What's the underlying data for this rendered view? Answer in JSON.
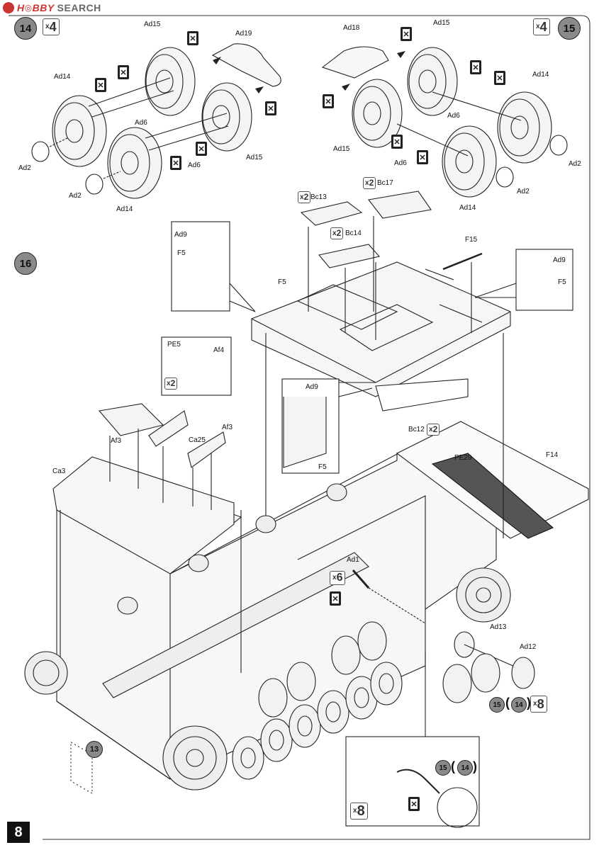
{
  "watermark": {
    "brand_left": "H",
    "brand_mid": "BBY",
    "brand_right": "SEARCH"
  },
  "page_number": "8",
  "steps": {
    "s14": "14",
    "s15": "15",
    "s16": "16"
  },
  "quantities": {
    "q14": "4",
    "q15": "4",
    "x2_bc13": "2",
    "x2_bc17": "2",
    "x2_bc14": "2",
    "x2_bc12": "2",
    "x2_af": "2",
    "x6_ad1": "6",
    "x8_wheels": "8",
    "x8_detail": "8",
    "x_symbol": "x"
  },
  "refs": {
    "r15a": "15",
    "r14a": "14",
    "r13": "13",
    "r15b": "15",
    "r14b": "14",
    "open_paren": "(",
    "close_paren": ")"
  },
  "parts": {
    "ad15_a": "Ad15",
    "ad19": "Ad19",
    "ad14_a": "Ad14",
    "ad6_a": "Ad6",
    "ad15_b": "Ad15",
    "ad2_a": "Ad2",
    "ad6_b": "Ad6",
    "ad2_b": "Ad2",
    "ad14_b": "Ad14",
    "ad18": "Ad18",
    "ad15_c": "Ad15",
    "ad14_c": "Ad14",
    "ad6_c": "Ad6",
    "ad15_d": "Ad15",
    "ad6_d": "Ad6",
    "ad2_c": "Ad2",
    "ad2_d": "Ad2",
    "ad14_d": "Ad14",
    "bc13": "Bc13",
    "bc17": "Bc17",
    "bc14": "Bc14",
    "bc12": "Bc12",
    "ad9_a": "Ad9",
    "f5_a": "F5",
    "f5_b": "F5",
    "f15": "F15",
    "ad9_b": "Ad9",
    "f5_c": "F5",
    "pe5": "PE5",
    "af4": "Af4",
    "af3_a": "Af3",
    "af3_b": "Af3",
    "ca25": "Ca25",
    "ad9_c": "Ad9",
    "f5_d": "F5",
    "ca3": "Ca3",
    "pe29": "PE29",
    "f14": "F14",
    "ad1": "Ad1",
    "ad13": "Ad13",
    "ad12": "Ad12"
  }
}
